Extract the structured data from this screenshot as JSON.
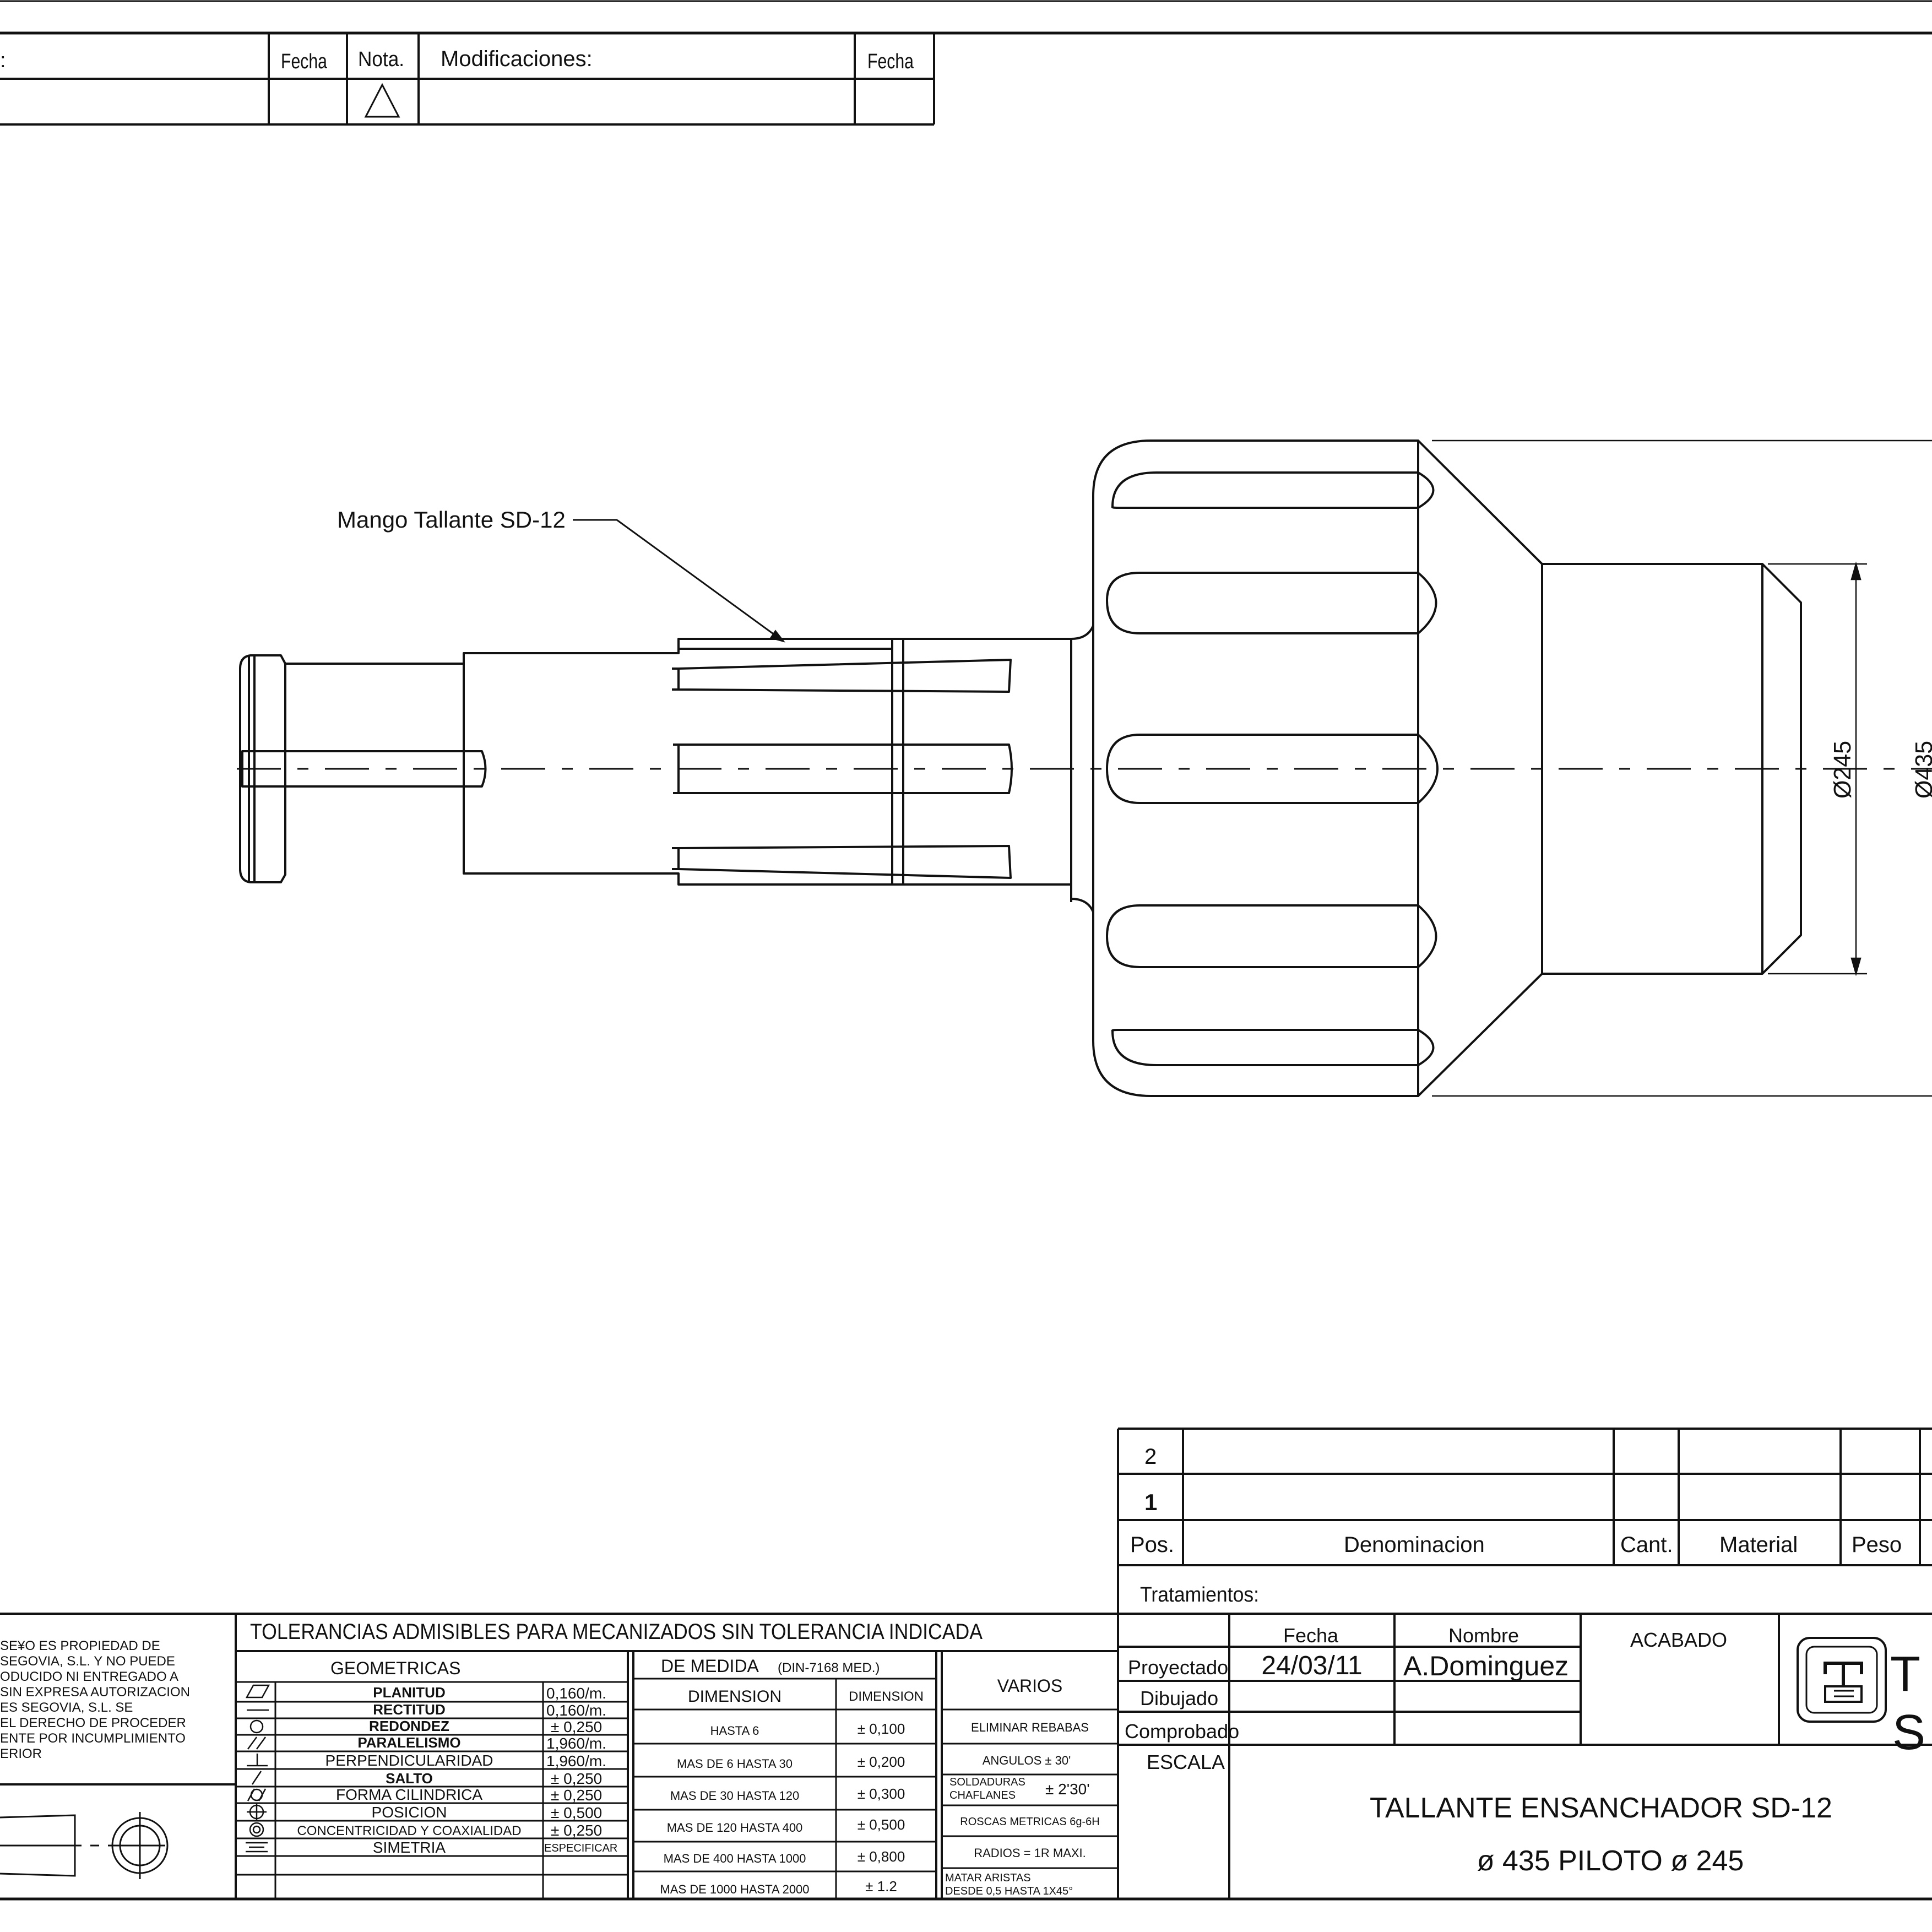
{
  "revision_table": {
    "col_fecha": "Fecha",
    "col_nota": "Nota.",
    "col_modificaciones": "Modificaciones:",
    "col_fecha_2": "Fecha",
    "col_left_fragment": ":"
  },
  "drawing": {
    "part_label": "Mango Tallante SD-12",
    "dim_pilot": "Ø245",
    "dim_body": "Ø435"
  },
  "parts_list": {
    "rows": [
      {
        "pos": "2"
      },
      {
        "pos": "1"
      }
    ],
    "headers": {
      "pos": "Pos.",
      "denominacion": "Denominacion",
      "cant": "Cant.",
      "material": "Material",
      "peso": "Peso"
    },
    "tratamientos": "Tratamientos:"
  },
  "legal_notice": {
    "lines": [
      "SE¥O ES PROPIEDAD DE",
      "SEGOVIA, S.L. Y NO PUEDE",
      "ODUCIDO NI ENTREGADO A",
      "SIN EXPRESA AUTORIZACION",
      "ES SEGOVIA, S.L. SE",
      "EL DERECHO DE PROCEDER",
      "ENTE POR INCUMPLIMIENTO",
      "ERIOR"
    ]
  },
  "tolerances": {
    "title": "TOLERANCIAS ADMISIBLES PARA MECANIZADOS SIN TOLERANCIA INDICADA",
    "geometric_header": "GEOMETRICAS",
    "geometric": [
      {
        "name": "PLANITUD",
        "value": "0,160/m."
      },
      {
        "name": "RECTITUD",
        "value": "0,160/m."
      },
      {
        "name": "REDONDEZ",
        "value": "± 0,250"
      },
      {
        "name": "PARALELISMO",
        "value": "1,960/m."
      },
      {
        "name": "PERPENDICULARIDAD",
        "value": "1,960/m."
      },
      {
        "name": "SALTO",
        "value": "± 0,250"
      },
      {
        "name": "FORMA CILINDRICA",
        "value": "± 0,250"
      },
      {
        "name": "POSICION",
        "value": "± 0,500"
      },
      {
        "name": "CONCENTRICIDAD Y COAXIALIDAD",
        "value": "± 0,250"
      },
      {
        "name": "SIMETRIA",
        "value": "ESPECIFICAR"
      }
    ],
    "medida_header": "DE MEDIDA",
    "medida_norm": "(DIN-7168 MED.)",
    "medida_col1": "DIMENSION",
    "medida_col2": "DIMENSION",
    "medida": [
      {
        "range": "HASTA 6",
        "tol": "± 0,100"
      },
      {
        "range": "MAS DE 6 HASTA 30",
        "tol": "± 0,200"
      },
      {
        "range": "MAS DE 30 HASTA 120",
        "tol": "± 0,300"
      },
      {
        "range": "MAS DE 120 HASTA 400",
        "tol": "± 0,500"
      },
      {
        "range": "MAS DE 400 HASTA 1000",
        "tol": "± 0,800"
      },
      {
        "range": "MAS DE 1000 HASTA 2000",
        "tol": "± 1.2"
      }
    ],
    "varios_header": "VARIOS",
    "varios": [
      "ELIMINAR REBABAS",
      "ANGULOS ± 30'",
      "SOLDADURAS",
      "CHAFLANES",
      "± 2'30'",
      "ROSCAS METRICAS 6g-6H",
      "RADIOS = 1R MAXI.",
      "MATAR ARISTAS",
      "DESDE 0,5 HASTA 1X45°"
    ]
  },
  "title_block": {
    "col_fecha": "Fecha",
    "col_nombre": "Nombre",
    "acabado": "ACABADO",
    "proyectado": "Proyectado",
    "dibujado": "Dibujado",
    "comprobado": "Comprobado",
    "escala": "ESCALA",
    "fecha_value": "24/03/11",
    "nombre_value": "A.Dominguez",
    "title_line1": "TALLANTE ENSANCHADOR SD-12",
    "title_line2": "ø 435 PILOTO ø 245",
    "logo_fragment_1": "T",
    "logo_fragment_2": "S"
  }
}
